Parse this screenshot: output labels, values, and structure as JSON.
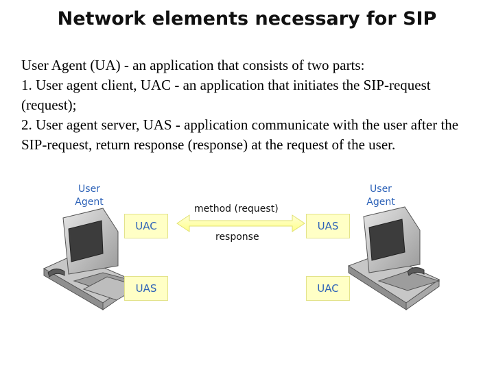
{
  "title": "Network elements necessary for SIP",
  "body": {
    "line1_bold": "User Agent (UA)",
    "line1_rest": " - an application that consists of two parts:",
    "item1": "1. User agent client, UAC - an application that initiates the SIP-request (request);",
    "item2": "2. User agent server, UAS - application communicate with the user after the SIP-request, return response (response) at the request of the user."
  },
  "diagram": {
    "left_agent_label": "User Agent",
    "right_agent_label": "User Agent",
    "left_top_box": "UAC",
    "left_bottom_box": "UAS",
    "right_top_box": "UAS",
    "right_bottom_box": "UAC",
    "arrow_top_label": "method (request)",
    "arrow_bottom_label": "response",
    "colors": {
      "label": "#2e63b8",
      "box_fill": "#ffffc6",
      "arrow": "#ffff9a"
    }
  }
}
